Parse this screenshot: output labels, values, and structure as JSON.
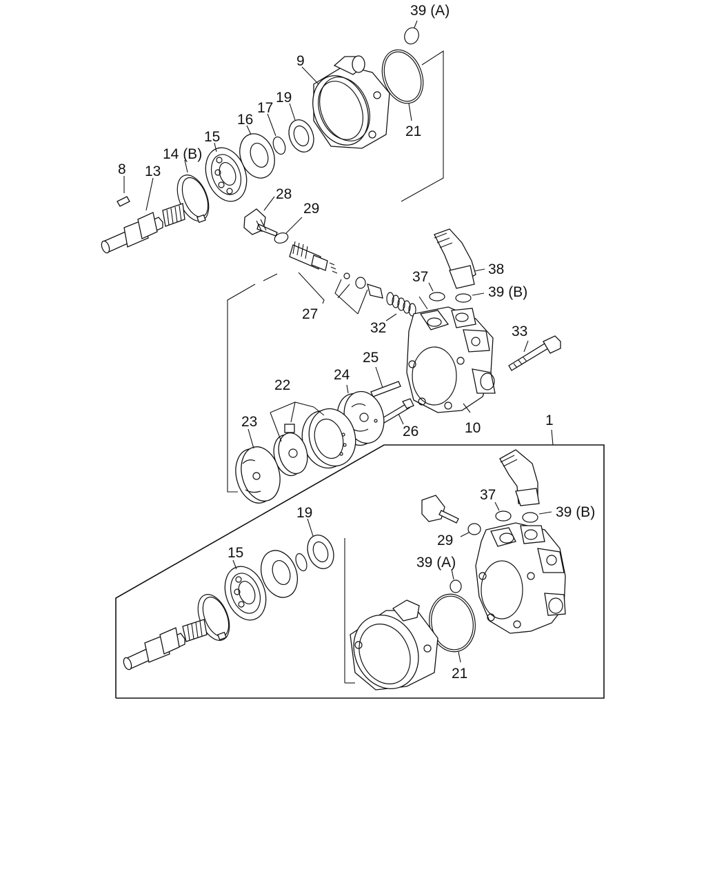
{
  "labels": {
    "p39a_top": "39 (A)",
    "p9": "9",
    "p21_top": "21",
    "p17": "17",
    "p19_top": "19",
    "p16": "16",
    "p15_top": "15",
    "p14b": "14 (B)",
    "p8": "8",
    "p13": "13",
    "p28": "28",
    "p29_top": "29",
    "p27": "27",
    "p32": "32",
    "p37_top": "37",
    "p38": "38",
    "p39b_top": "39 (B)",
    "p33": "33",
    "p25": "25",
    "p24": "24",
    "p22": "22",
    "p23": "23",
    "p26": "26",
    "p10": "10",
    "p1": "1",
    "p37_bot": "37",
    "p39b_bot": "39 (B)",
    "p29_bot": "29",
    "p39a_bot": "39 (A)",
    "p19_bot": "19",
    "p15_bot": "15",
    "p21_bot": "21"
  }
}
